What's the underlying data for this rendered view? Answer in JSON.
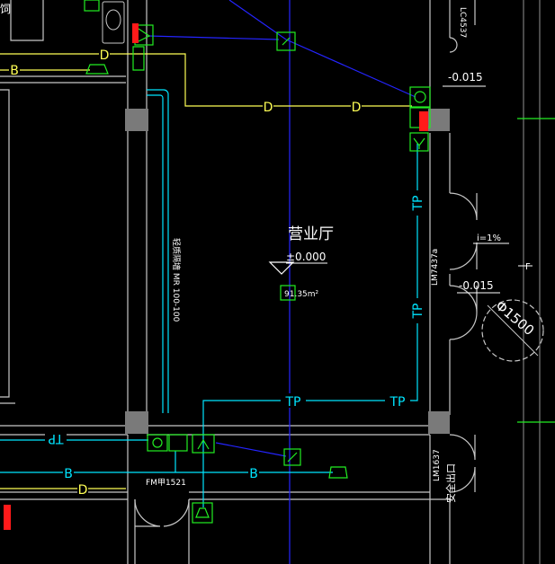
{
  "drawing": {
    "room_name": "营业厅",
    "elevation_main": "±0.000",
    "area_label": "91.35m²",
    "elevation_upper": "-0.015",
    "elevation_right": "-0.015",
    "slope_label": "i=1%",
    "diameter_label": "Φ1500",
    "wall_note": "轻质隔墙 MR 100-100",
    "door_tag_top": "LM7437a",
    "door_tag_bottom": "LM1637",
    "door_tag_topright": "LC4537",
    "fire_door": "FM甲1521",
    "exit_label": "安全出口",
    "partial_title": "饲",
    "f_marker": "F"
  },
  "legend": {
    "cable_d": "D",
    "cable_b": "B",
    "cable_tp": "TP"
  },
  "colors": {
    "background": "#000000",
    "wall": "#c8c8c8",
    "column": "#7a7a7a",
    "blue_wire": "#2424ff",
    "yellow_wire": "#ffff55",
    "cyan_wire": "#00e5ff",
    "device": "#22ee22",
    "alarm": "#ff1a1a",
    "text": "#ffffff"
  },
  "device_icons": [
    "smoke-detector-icon",
    "speaker-icon",
    "phone-jack-icon",
    "data-outlet-icon",
    "broadcast-icon",
    "manual-alarm-icon"
  ]
}
